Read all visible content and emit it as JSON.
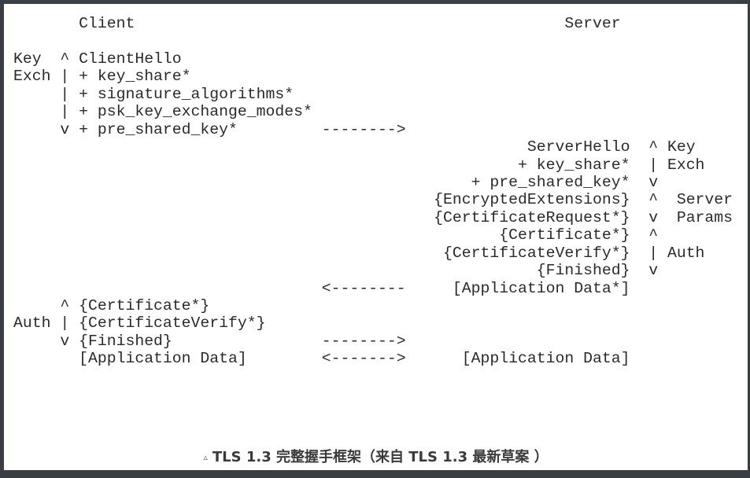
{
  "diagram": {
    "lines": [
      "       Client                                              Server",
      "",
      "Key  ^ ClientHello",
      "Exch | + key_share*",
      "     | + signature_algorithms*",
      "     | + psk_key_exchange_modes*",
      "     v + pre_shared_key*         -------->",
      "                                                       ServerHello  ^ Key",
      "                                                      + key_share*  | Exch",
      "                                                 + pre_shared_key*  v",
      "                                             {EncryptedExtensions}  ^  Server",
      "                                             {CertificateRequest*}  v  Params",
      "                                                    {Certificate*}  ^",
      "                                              {CertificateVerify*}  | Auth",
      "                                                        {Finished}  v",
      "                                 <--------     [Application Data*]",
      "     ^ {Certificate*}",
      "Auth | {CertificateVerify*}",
      "     v {Finished}                -------->",
      "       [Application Data]        <------->      [Application Data]"
    ]
  },
  "caption": {
    "icon": "triangle-icon",
    "symbol": "▵",
    "text": "TLS 1.3 完整握手框架（来自 TLS 1.3 最新草案 ）"
  }
}
